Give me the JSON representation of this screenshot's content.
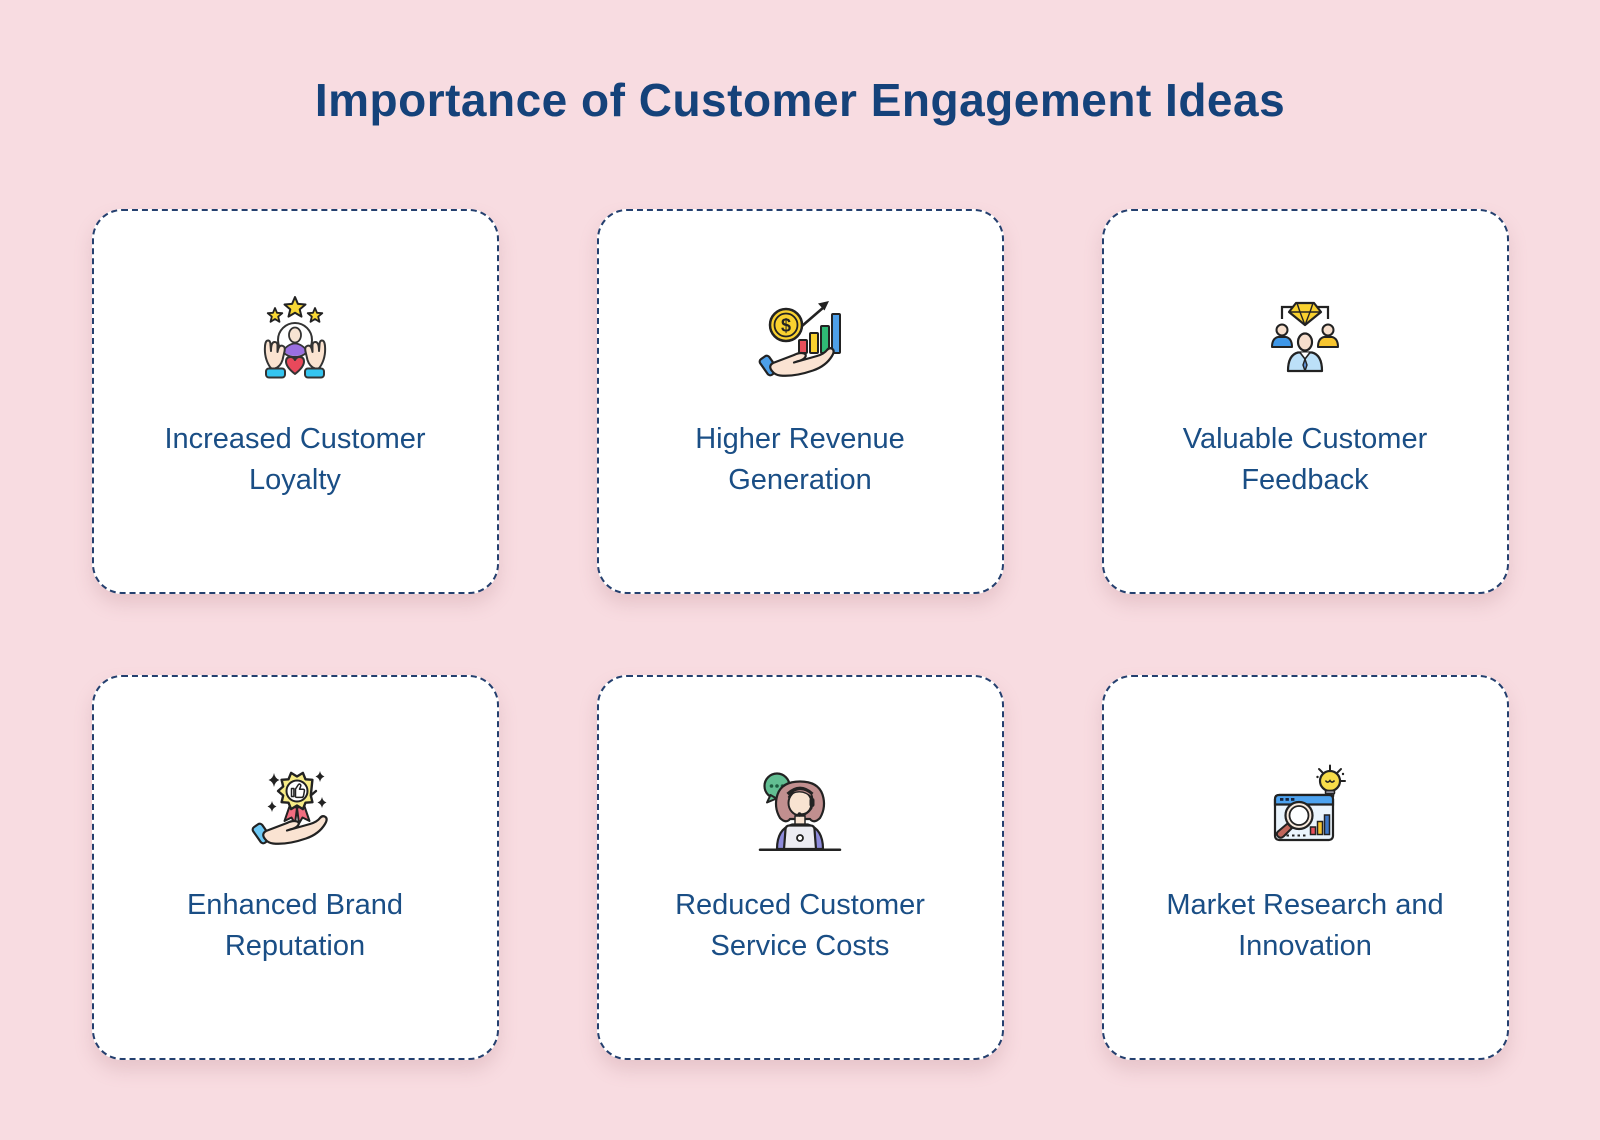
{
  "page": {
    "title": "Importance of Customer Engagement Ideas"
  },
  "cards": [
    {
      "label": "Increased Customer Loyalty",
      "icon": "loyalty-icon"
    },
    {
      "label": "Higher Revenue Generation",
      "icon": "revenue-growth-icon"
    },
    {
      "label": "Valuable Customer Feedback",
      "icon": "customer-feedback-icon"
    },
    {
      "label": "Enhanced Brand Reputation",
      "icon": "brand-reputation-icon"
    },
    {
      "label": "Reduced Customer Service Costs",
      "icon": "support-agent-icon"
    },
    {
      "label": "Market Research and Innovation",
      "icon": "market-research-icon"
    }
  ],
  "colors": {
    "background": "#F8DCE1",
    "card_background": "#FFFFFF",
    "card_border": "#24406F",
    "title_text": "#15427A",
    "label_text": "#1A4E85",
    "icon_outline": "#222222",
    "icon_yellow": "#F9D12F",
    "icon_red": "#E8505B",
    "icon_green": "#2FB975",
    "icon_blue": "#4D9FE8",
    "icon_purple": "#9A6FE0",
    "icon_skin": "#FAE3D2",
    "icon_cyan": "#35C5F0",
    "icon_pink_ribbon": "#F26D80",
    "icon_bubble_green": "#62BE92",
    "icon_hair_mauve": "#C18F8F",
    "icon_shirt_periwinkle": "#8E8BDB"
  }
}
